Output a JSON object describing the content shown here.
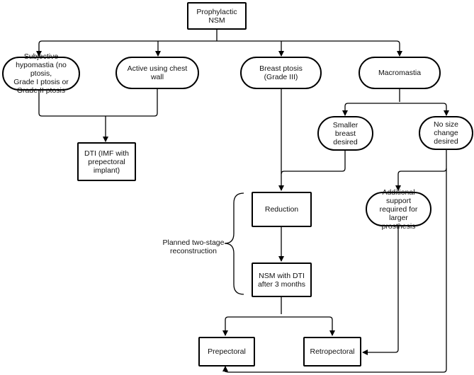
{
  "nodes": {
    "prophylactic_nsm": "Prophylactic\nNSM",
    "hypomastia": "Subjective\nhypomastia (no ptosis,\nGrade I ptosis or\nGrade II ptosis",
    "active_chest_wall": "Active using chest wall",
    "breast_ptosis": "Breast ptosis\n(Grade III)",
    "macromastia": "Macromastia",
    "smaller_breast": "Smaller breast\ndesired",
    "no_size_change": "No size change\ndesired",
    "dti_imf": "DTI (IMF with\nprepectoral\nimplant)",
    "reduction": "Reduction",
    "additional_support": "Additional support\nrequired for larger\nprosthesis",
    "nsm_dti": "NSM with DTI\nafter 3 months",
    "prepectoral": "Prepectoral",
    "retropectoral": "Retropectoral"
  },
  "annotation": {
    "two_stage": "Planned two-stage\nreconstruction"
  }
}
